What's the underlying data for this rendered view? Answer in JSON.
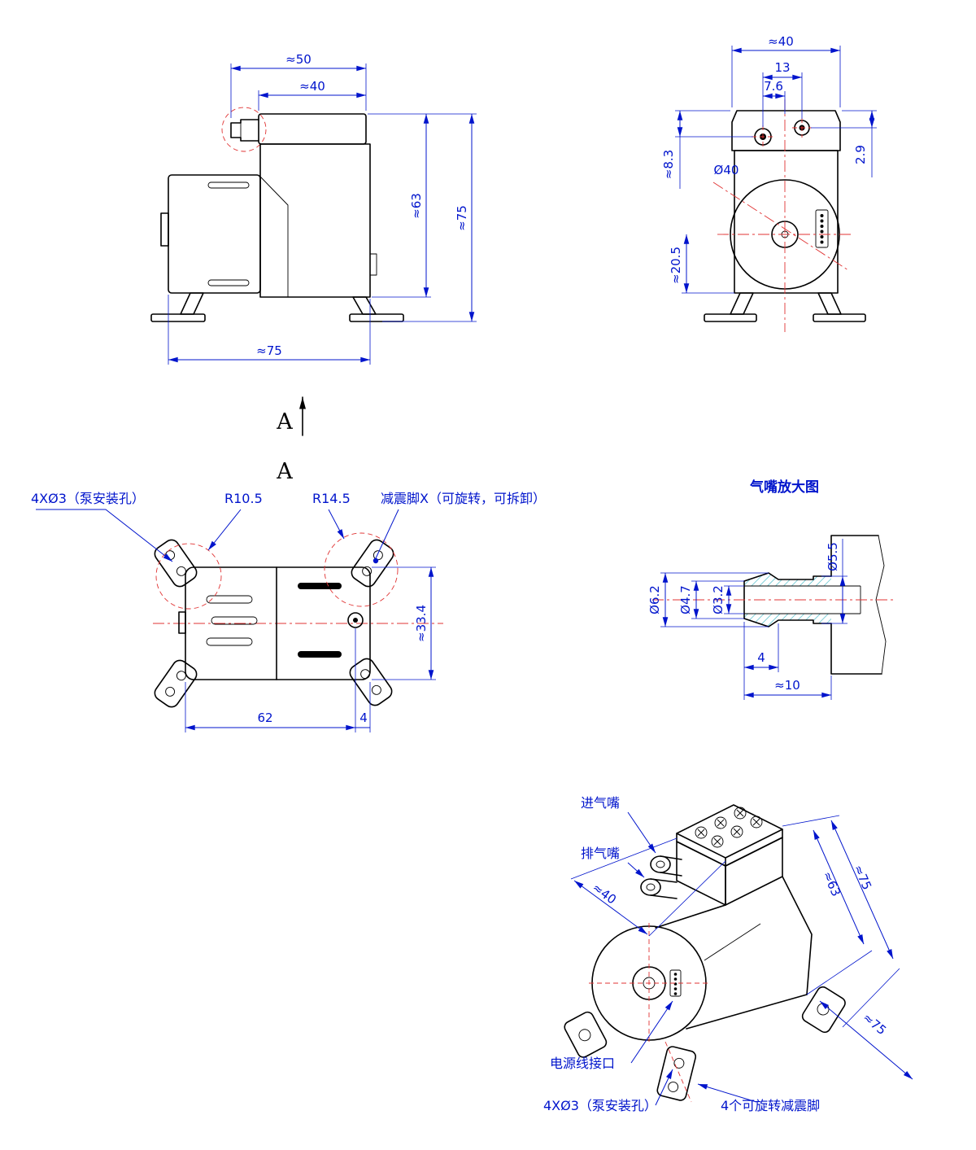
{
  "drawing": {
    "section_marker": "A",
    "colors": {
      "dimension": "#0014cc",
      "centerline": "#e03333",
      "hatch": "#3fb6c4",
      "line": "#000000"
    },
    "views": {
      "side": {
        "dim_top_width": "≈50",
        "dim_cap_width": "≈40",
        "dim_body_height": "≈63",
        "dim_total_height": "≈75",
        "dim_base_width": "≈75"
      },
      "front": {
        "dim_top_width": "≈40",
        "dim_port_span": "13",
        "dim_port_offset": "7.6",
        "dim_top_height": "≈8.3",
        "dim_screw_depth": "2.9",
        "dim_label_diameter": "Ø40",
        "dim_center_height": "≈20.5"
      },
      "bottom": {
        "label_mount_holes": "4XØ3（泵安装孔）",
        "label_radius_small": "R10.5",
        "label_radius_large": "R14.5",
        "label_foot": "减震脚X（可旋转，可拆卸）",
        "dim_width": "≈33.4",
        "dim_length": "62",
        "dim_offset": "4"
      },
      "nozzle": {
        "title": "气嘴放大图",
        "dim_tip_od": "Ø5.5",
        "dim_barb_od": "Ø6.2",
        "dim_shank_od": "Ø4.7",
        "dim_bore": "Ø3.2",
        "dim_barb_len": "4",
        "dim_total_len": "≈10"
      },
      "iso": {
        "label_inlet": "进气嘴",
        "label_outlet": "排气嘴",
        "label_power": "电源线接口",
        "label_mount_holes": "4XØ3（泵安装孔）",
        "label_feet": "4个可旋转减震脚",
        "dim_width": "≈40",
        "dim_body_height": "≈63",
        "dim_total_height": "≈75",
        "dim_length": "≈75"
      }
    }
  }
}
